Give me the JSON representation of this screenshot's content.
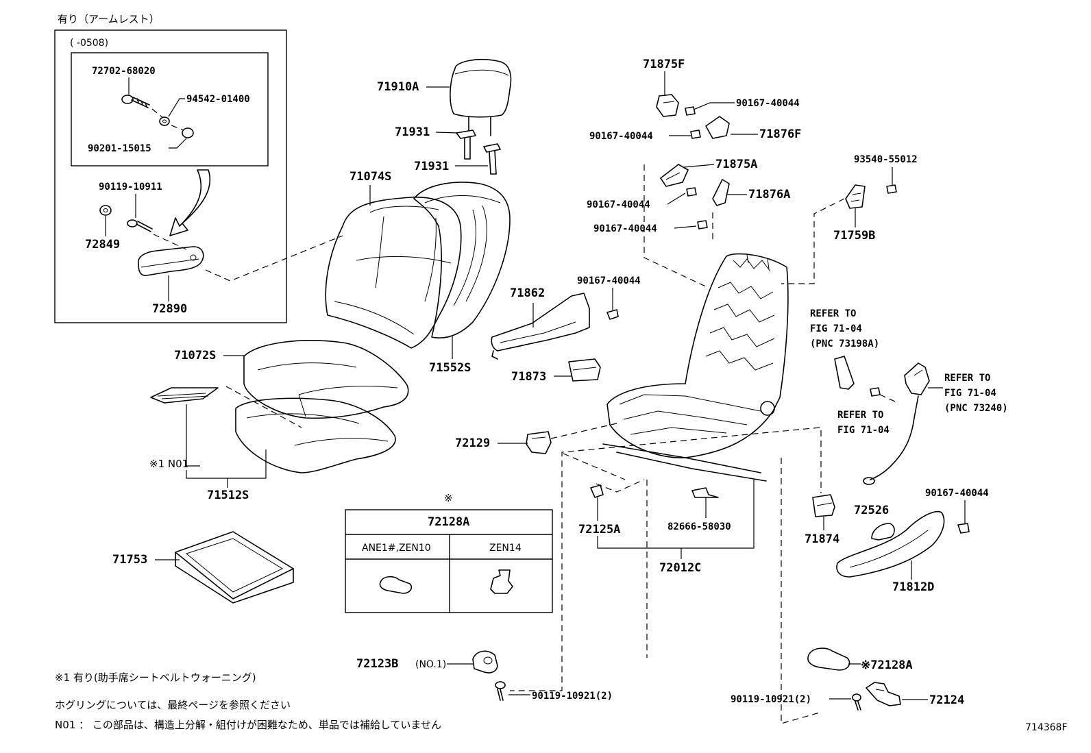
{
  "diagram_number": "714368F",
  "inset": {
    "header": "有り（アームレスト）",
    "date_range": "(      -0508)",
    "parts": {
      "bolt": "72702-68020",
      "washer": "94542-01400",
      "nut": "90201-15015",
      "screw": "90119-10911",
      "cap": "72849",
      "armrest": "72890"
    }
  },
  "parts": {
    "headrest": "71910A",
    "headrest_support_1": "71931",
    "headrest_support_2": "71931",
    "back_cover": "71074S",
    "back_pad": "71552S",
    "cushion_cover": "71072S",
    "cushion_pad": "71512S",
    "n01": "※1 N01",
    "tray": "71753",
    "shield_inner": "71862",
    "shield_screw": "90167-40044",
    "cover_71873": "71873",
    "hook_72129": "72129",
    "hinge_cover_f": "71875F",
    "hinge_screw_f1": "90167-40044",
    "hinge_screw_f2": "90167-40044",
    "hinge_cover_f2": "71876F",
    "hinge_cover_a": "71875A",
    "hinge_screw_a1": "90167-40044",
    "hinge_cover_a2": "71876A",
    "hinge_screw_a2": "90167-40044",
    "lever_screw": "93540-55012",
    "lever": "71759B",
    "clip_72125a": "72125A",
    "clip_82666": "82666-58030",
    "seat_adjuster": "72012C",
    "cover_71874": "71874",
    "knob": "72526",
    "side_screw": "90167-40044",
    "side_shield": "71812D",
    "cover_72123b": "72123B",
    "cover_72123b_qty": "(NO.1)",
    "bolt_left": "90119-10921(2)",
    "bolt_right": "90119-10921(2)",
    "cover_72128a": "※72128A",
    "cover_72124": "72124"
  },
  "refer_notes": {
    "buckle": [
      "REFER TO",
      "FIG 71-04",
      "(PNC 73198A)"
    ],
    "belt": [
      "REFER TO",
      "FIG 71-04",
      "(PNC 73240)"
    ],
    "bolt": [
      "REFER TO",
      "FIG 71-04"
    ]
  },
  "variant_table": {
    "marker": "※",
    "title": "72128A",
    "col1": "ANE1#,ZEN10",
    "col2": "ZEN14"
  },
  "footnotes": [
    "※1 有り(助手席シートベルトウォーニング)",
    "ホグリングについては、最終ページを参照ください",
    "N01 ： この部品は、構造上分解・組付けが困難なため、単品では補給していません"
  ]
}
